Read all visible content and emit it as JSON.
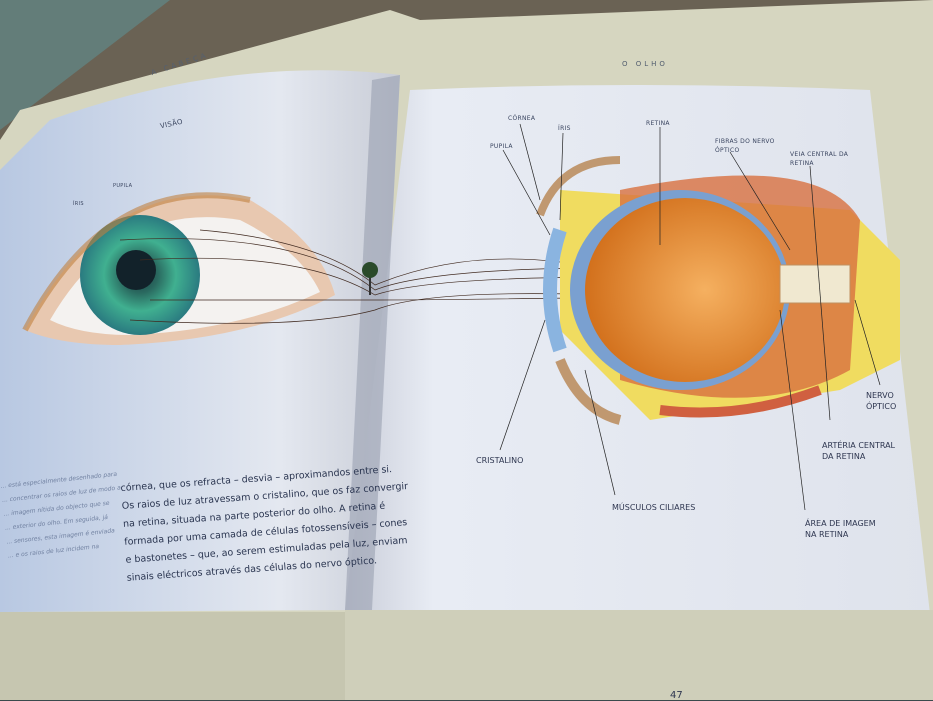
{
  "left_page": {
    "running_header": "A CABEÇA",
    "section_title": "VISÃO",
    "eye_labels": [
      "ÍRIS",
      "PUPILA"
    ],
    "side_text": [
      "... está especialmente desenhado para",
      "... concentrar os raios de luz de modo a",
      "... imagem nítida do objecto que se",
      "... exterior do olho. Em seguida, já",
      "... sensores, esta imagem é enviada",
      "... e os raios de luz incidem na"
    ],
    "paragraph": [
      "córnea, que os refracta – desvia – aproximandos entre si.",
      "Os raios de luz atravessam o cristalino, que os faz convergir",
      "na retina, situada na parte posterior do olho.  A retina é",
      "formada por uma camada de células fotossensíveis – cones",
      "e bastonetes – que, ao serem estimuladas pela luz, enviam",
      "sinais eléctricos através das células do nervo óptico."
    ]
  },
  "right_page": {
    "running_header": "O OLHO",
    "page_number": "47",
    "labels": {
      "cornea": "CÓRNEA",
      "iris": "ÍRIS",
      "pupila": "PUPILA",
      "retina": "RETINA",
      "fibras": "FIBRAS DO NERVO ÓPTICO",
      "veia": "VEIA CENTRAL DA RETINA",
      "nervo": "NERVO ÓPTICO",
      "arteria": "ARTÉRIA CENTRAL DA RETINA",
      "cristalino": "CRISTALINO",
      "musculos": "MÚSCULOS CILIARES",
      "area": "ÁREA DE IMAGEM NA RETINA"
    }
  },
  "colors": {
    "page": "#e6eaf2",
    "cover": "#d8d8c2",
    "iris": "#3aa08a",
    "eyeball": "#e08a2a",
    "fat": "#f0d850"
  }
}
